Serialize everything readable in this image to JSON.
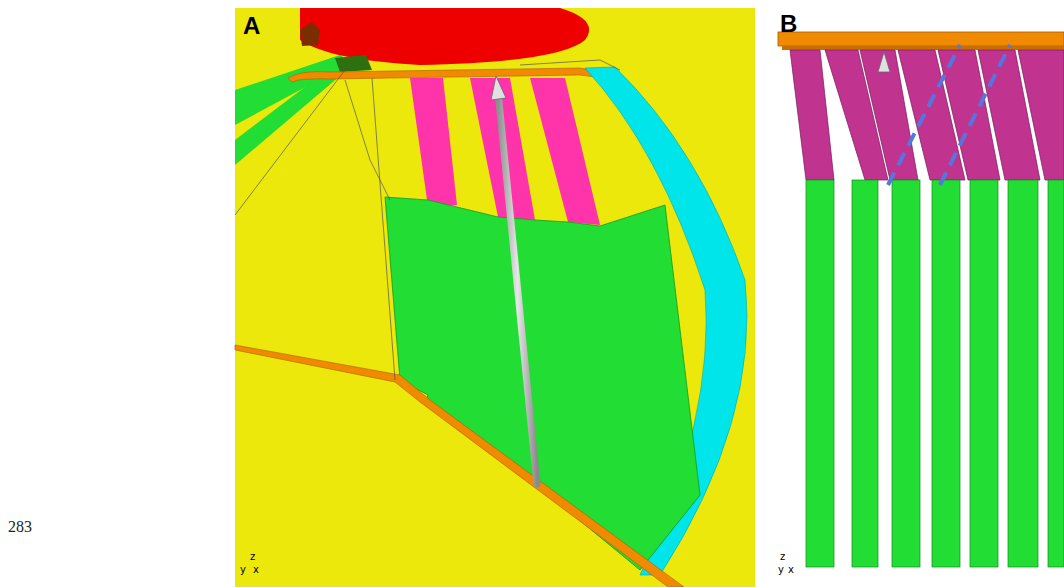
{
  "diagram": {
    "labels": [
      "283",
      "A",
      "B",
      "z",
      "y",
      "x",
      "z",
      "y",
      "x"
    ]
  }
}
